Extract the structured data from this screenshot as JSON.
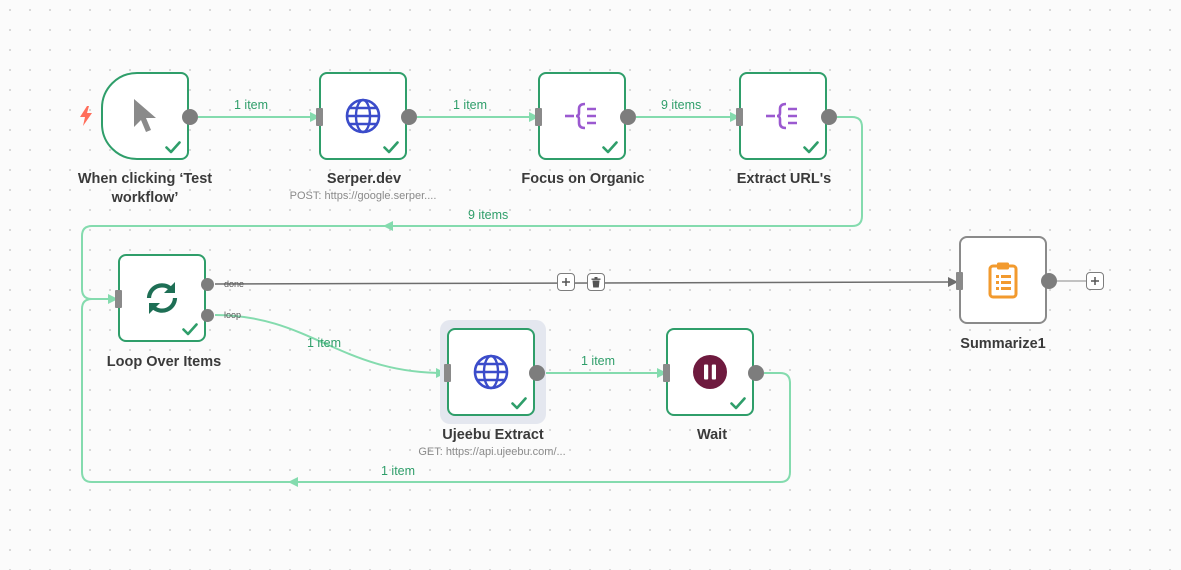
{
  "colors": {
    "success": "#2f9e6a",
    "edge_success": "#84dbae",
    "edge_neutral": "#6d6d6d",
    "globe": "#3b4cca",
    "split_out": "#9b59d0",
    "loop_icon": "#1e6f55",
    "wait": "#6e1a3e",
    "clipboard": "#f29a2e",
    "trigger_bolt": "#ff6d5a"
  },
  "nodes": {
    "trigger": {
      "label": "When clicking ‘Test workflow’",
      "icon": "cursor-icon"
    },
    "serper": {
      "label": "Serper.dev",
      "subtitle": "POST: https://google.serper....",
      "icon": "globe-icon"
    },
    "focus": {
      "label": "Focus on Organic",
      "icon": "split-out-icon"
    },
    "extract_urls": {
      "label": "Extract URL's",
      "icon": "split-out-icon"
    },
    "loop": {
      "label": "Loop Over Items",
      "icon": "loop-icon",
      "port_done": "done",
      "port_loop": "loop"
    },
    "ujeebu": {
      "label": "Ujeebu Extract",
      "subtitle": "GET: https://api.ujeebu.com/...",
      "icon": "globe-icon"
    },
    "wait": {
      "label": "Wait",
      "icon": "pause-icon"
    },
    "summarize": {
      "label": "Summarize1",
      "icon": "clipboard-icon"
    }
  },
  "edges": {
    "trigger_serper": "1 item",
    "serper_focus": "1 item",
    "focus_extract": "9 items",
    "extract_loop": "9 items",
    "loop_ujeebu": "1 item",
    "ujeebu_wait": "1 item",
    "wait_loop": "1 item"
  },
  "controls": {
    "add_symbol": "+"
  }
}
